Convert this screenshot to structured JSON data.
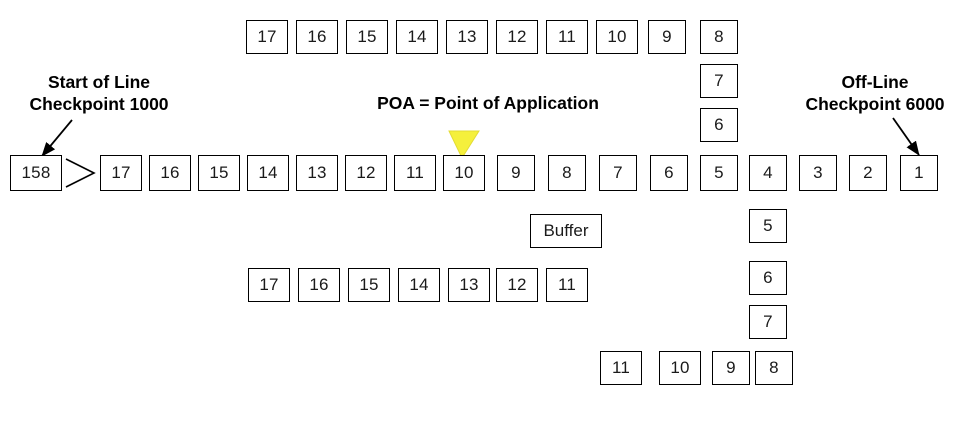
{
  "diagram": {
    "title_poa": "POA = Point of Application",
    "label_start": {
      "line1": "Start of Line",
      "line2": "Checkpoint 1000"
    },
    "label_offline": {
      "line1": "Off-Line",
      "line2": "Checkpoint 6000"
    },
    "buffer_label": "Buffer",
    "colors": {
      "marker": "#F5F03C",
      "stroke": "#000000",
      "box_fill": "#FFFFFF",
      "text": "#1A1A1A"
    },
    "rows": {
      "top_row": [
        "17",
        "16",
        "15",
        "14",
        "13",
        "12",
        "11",
        "10",
        "9",
        "8"
      ],
      "right_upper_column": [
        "7",
        "6"
      ],
      "main_line_start": "158",
      "main_line": [
        "17",
        "16",
        "15",
        "14",
        "13",
        "12",
        "11",
        "10",
        "9",
        "8",
        "7",
        "6",
        "5",
        "4",
        "3",
        "2",
        "1"
      ],
      "third_row": [
        "17",
        "16",
        "15",
        "14",
        "13",
        "12",
        "11"
      ],
      "right_lower_column": [
        "5",
        "6",
        "7"
      ],
      "bottom_row": [
        "11",
        "10",
        "9",
        "8"
      ]
    },
    "marker": {
      "name": "poa-marker",
      "points_at": "10"
    }
  }
}
